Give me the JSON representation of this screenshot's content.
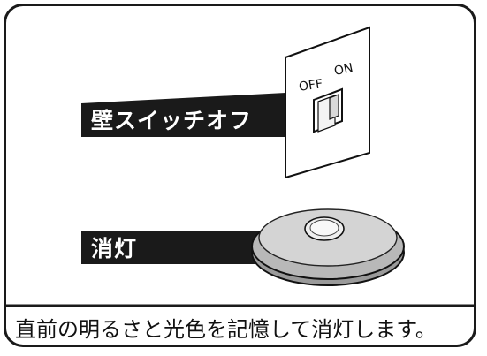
{
  "wall_switch": {
    "label": "壁スイッチオフ",
    "off_text": "OFF",
    "on_text": "ON"
  },
  "light": {
    "label": "消灯"
  },
  "caption": "直前の明るさと光色を記憶して消灯します。"
}
